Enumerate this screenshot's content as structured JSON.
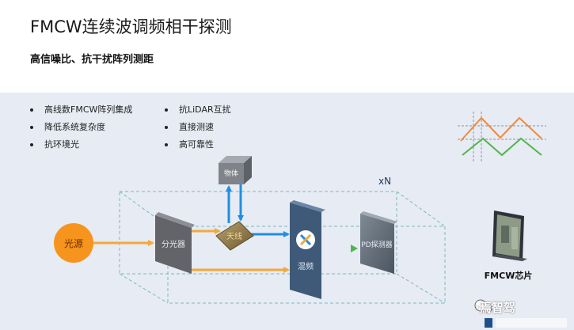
{
  "header": {
    "title": "FMCW连续波调频相干探测",
    "subtitle": "高信噪比、抗干扰阵列测距"
  },
  "features": {
    "left": [
      "高线数FMCW阵列集成",
      "降低系统复杂度",
      "抗环境光"
    ],
    "right": [
      "抗LiDAR互扰",
      "直接测速",
      "高可靠性"
    ]
  },
  "diagram": {
    "light_source": "光源",
    "splitter": "分光器",
    "antenna": "天线",
    "object": "物体",
    "mixer": "混频",
    "detector": "PD探测器",
    "multiplier": "xN",
    "chip_label": "FMCW芯片"
  },
  "colors": {
    "orange_beam": "#f2a93b",
    "blue_beam": "#1f8fe0",
    "green_arrow": "#4cb84a",
    "chirp_orange": "#f08a3c",
    "chirp_green": "#52b449",
    "light_source_fill": "#f7941d"
  },
  "watermark": "·焉智驾"
}
